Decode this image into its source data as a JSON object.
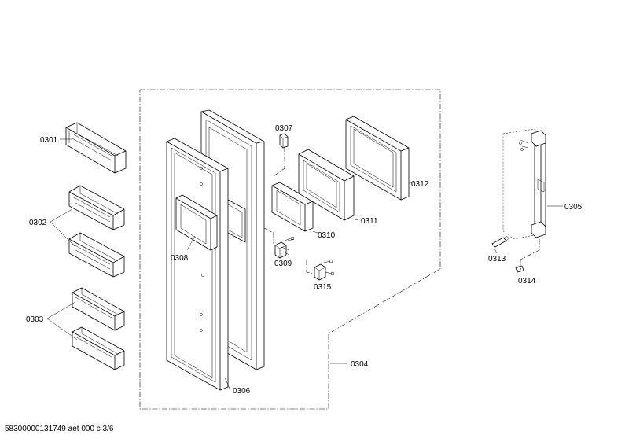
{
  "labels": {
    "p0301": "0301",
    "p0302": "0302",
    "p0303": "0303",
    "p0304": "0304",
    "p0305": "0305",
    "p0306": "0306",
    "p0307": "0307",
    "p0308": "0308",
    "p0309": "0309",
    "p0310": "0310",
    "p0311": "0311",
    "p0312": "0312",
    "p0313": "0313",
    "p0314": "0314",
    "p0315": "0315"
  },
  "footer": "58300000131749 aet 000 c 3/6"
}
